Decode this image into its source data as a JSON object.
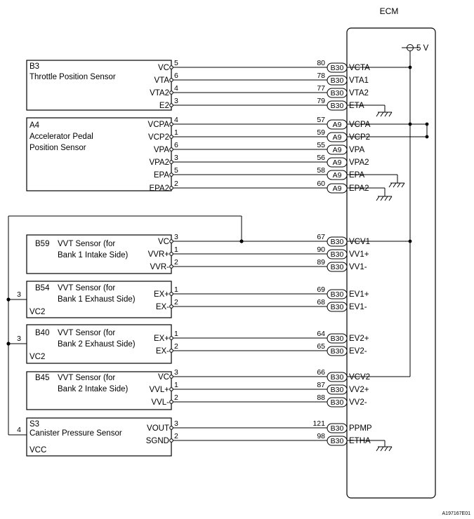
{
  "ecm": {
    "title": "ECM",
    "supply_label": "5 V",
    "figure_code": "A197167E01"
  },
  "components": [
    {
      "id": "B3",
      "name_lines": [
        "Throttle Position Sensor"
      ],
      "extra": "",
      "pins": [
        {
          "term": "VC",
          "no": "5",
          "cpin": "80",
          "conn": "B30",
          "ecm": "VCTA"
        },
        {
          "term": "VTA",
          "no": "6",
          "cpin": "78",
          "conn": "B30",
          "ecm": "VTA1"
        },
        {
          "term": "VTA2",
          "no": "4",
          "cpin": "77",
          "conn": "B30",
          "ecm": "VTA2"
        },
        {
          "term": "E2",
          "no": "3",
          "cpin": "79",
          "conn": "B30",
          "ecm": "ETA"
        }
      ]
    },
    {
      "id": "A4",
      "name_lines": [
        "Accelerator Pedal",
        "Position Sensor"
      ],
      "extra": "",
      "pins": [
        {
          "term": "VCPA",
          "no": "4",
          "cpin": "57",
          "conn": "A9",
          "ecm": "VCPA"
        },
        {
          "term": "VCP2",
          "no": "1",
          "cpin": "59",
          "conn": "A9",
          "ecm": "VCP2"
        },
        {
          "term": "VPA",
          "no": "6",
          "cpin": "55",
          "conn": "A9",
          "ecm": "VPA"
        },
        {
          "term": "VPA2",
          "no": "3",
          "cpin": "56",
          "conn": "A9",
          "ecm": "VPA2"
        },
        {
          "term": "EPA",
          "no": "5",
          "cpin": "58",
          "conn": "A9",
          "ecm": "EPA"
        },
        {
          "term": "EPA2",
          "no": "2",
          "cpin": "60",
          "conn": "A9",
          "ecm": "EPA2"
        }
      ]
    },
    {
      "id": "B59",
      "name_lines": [
        "VVT Sensor (for",
        "Bank 1 Intake Side)"
      ],
      "extra": "",
      "pins": [
        {
          "term": "VC",
          "no": "3",
          "cpin": "67",
          "conn": "B30",
          "ecm": "VCV1"
        },
        {
          "term": "VVR+",
          "no": "1",
          "cpin": "90",
          "conn": "B30",
          "ecm": "VV1+"
        },
        {
          "term": "VVR-",
          "no": "2",
          "cpin": "89",
          "conn": "B30",
          "ecm": "VV1-"
        }
      ]
    },
    {
      "id": "B54",
      "name_lines": [
        "VVT Sensor (for",
        "Bank 1 Exhaust Side)"
      ],
      "extra": "VC2",
      "left_pin": "3",
      "pins": [
        {
          "term": "EX+",
          "no": "1",
          "cpin": "69",
          "conn": "B30",
          "ecm": "EV1+"
        },
        {
          "term": "EX-",
          "no": "2",
          "cpin": "68",
          "conn": "B30",
          "ecm": "EV1-"
        }
      ]
    },
    {
      "id": "B40",
      "name_lines": [
        "VVT Sensor (for",
        "Bank 2 Exhaust Side)"
      ],
      "extra": "VC2",
      "left_pin": "3",
      "pins": [
        {
          "term": "EX+",
          "no": "1",
          "cpin": "64",
          "conn": "B30",
          "ecm": "EV2+"
        },
        {
          "term": "EX-",
          "no": "2",
          "cpin": "65",
          "conn": "B30",
          "ecm": "EV2-"
        }
      ]
    },
    {
      "id": "B45",
      "name_lines": [
        "VVT Sensor (for",
        "Bank 2 Intake Side)"
      ],
      "extra": "",
      "pins": [
        {
          "term": "VC",
          "no": "3",
          "cpin": "66",
          "conn": "B30",
          "ecm": "VCV2"
        },
        {
          "term": "VVL+",
          "no": "1",
          "cpin": "87",
          "conn": "B30",
          "ecm": "VV2+"
        },
        {
          "term": "VVL-",
          "no": "2",
          "cpin": "88",
          "conn": "B30",
          "ecm": "VV2-"
        }
      ]
    },
    {
      "id": "S3",
      "name_lines": [
        "Canister Pressure Sensor"
      ],
      "extra": "VCC",
      "left_pin": "4",
      "pins": [
        {
          "term": "VOUT",
          "no": "3",
          "cpin": "121",
          "conn": "B30",
          "ecm": "PPMP"
        },
        {
          "term": "SGND",
          "no": "2",
          "cpin": "98",
          "conn": "B30",
          "ecm": "ETHA"
        }
      ]
    }
  ]
}
